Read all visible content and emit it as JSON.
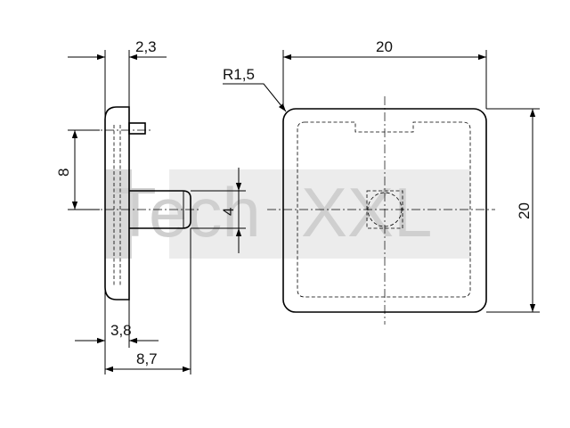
{
  "watermark": {
    "text_left": "Tech",
    "text_right": "XXL",
    "color": "#d4d4d4"
  },
  "dimensions": {
    "cap_thickness": "2,3",
    "width_top": "20",
    "corner_radius": "R1,5",
    "pin_offset": "8",
    "pin_diameter": "4",
    "height_right": "20",
    "base_depth": "3,8",
    "total_depth": "8,7"
  },
  "colors": {
    "line": "#000000",
    "background": "#ffffff"
  }
}
